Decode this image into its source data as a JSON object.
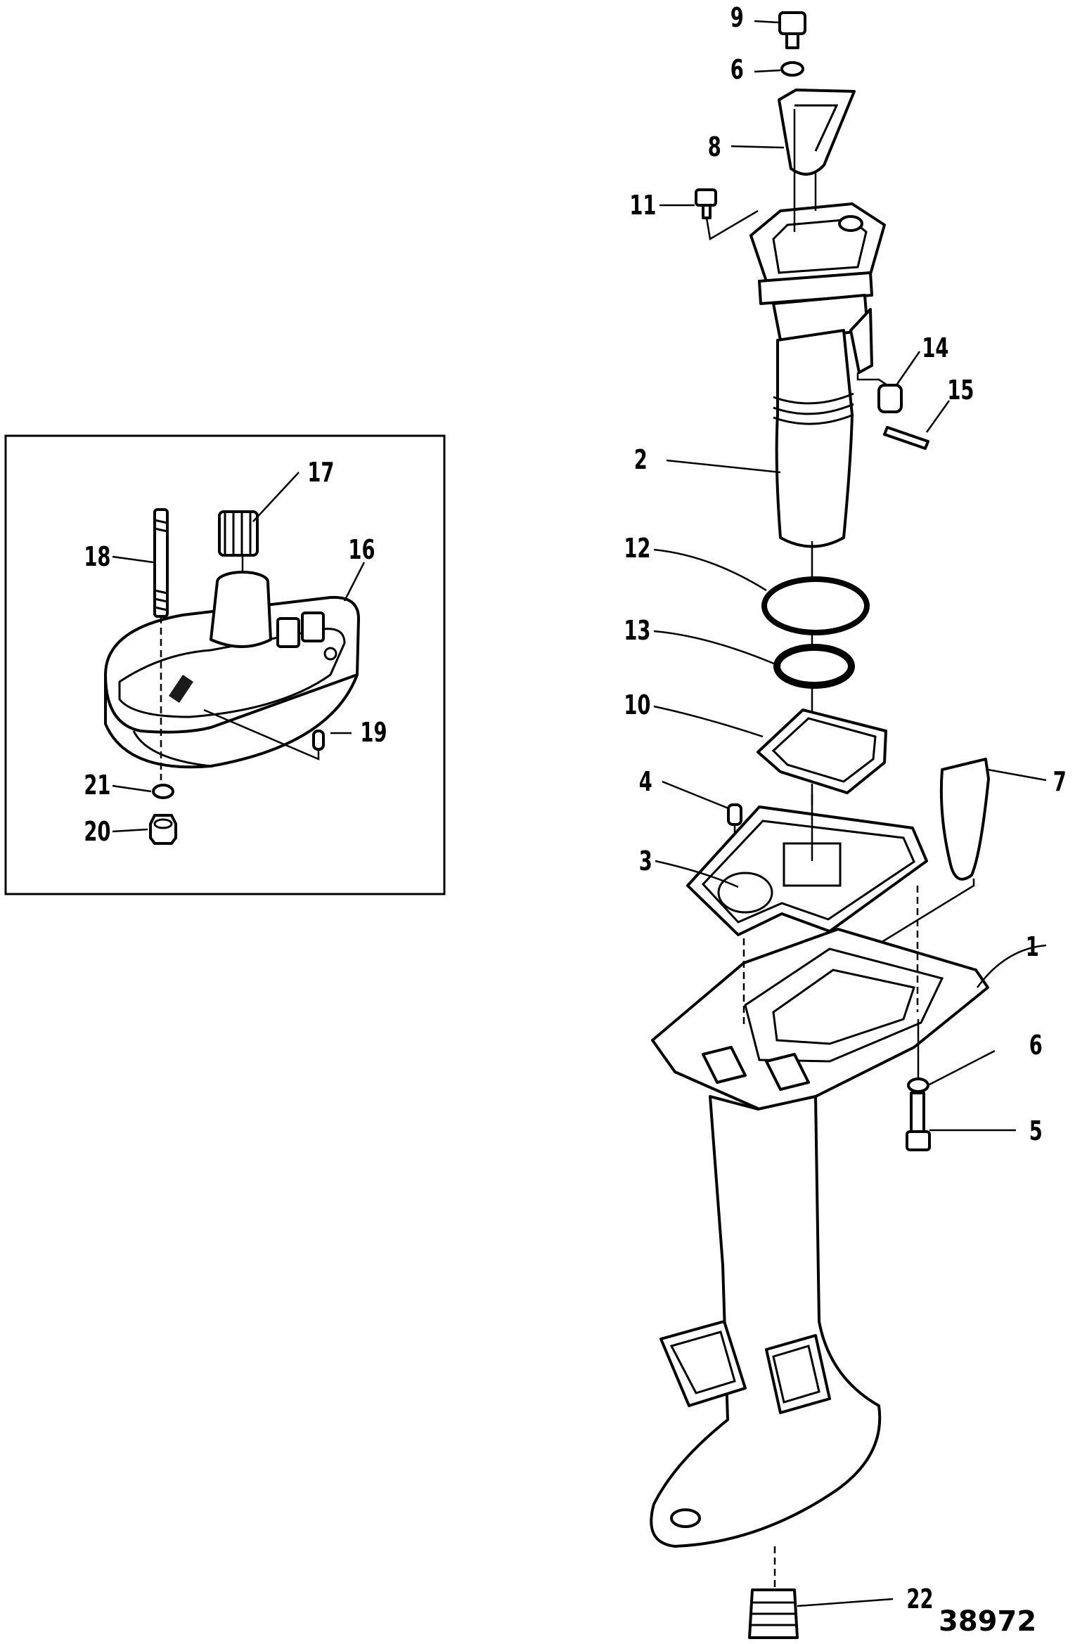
{
  "figure_number": "38972",
  "callouts": {
    "c1": "1",
    "c2": "2",
    "c3": "3",
    "c4": "4",
    "c5": "5",
    "c6a": "6",
    "c6b": "6",
    "c7": "7",
    "c8": "8",
    "c9": "9",
    "c10": "10",
    "c11": "11",
    "c12": "12",
    "c13": "13",
    "c14": "14",
    "c15": "15",
    "c16": "16",
    "c17": "17",
    "c18": "18",
    "c19": "19",
    "c20": "20",
    "c21": "21",
    "c22": "22"
  }
}
